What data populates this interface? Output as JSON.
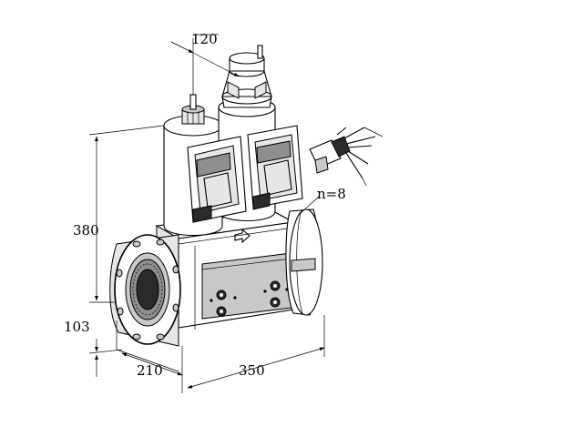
{
  "dimensions": {
    "top_width": "120",
    "height": "380",
    "flange_height": "103",
    "depth": "210",
    "length": "350",
    "connections": "n=8"
  }
}
